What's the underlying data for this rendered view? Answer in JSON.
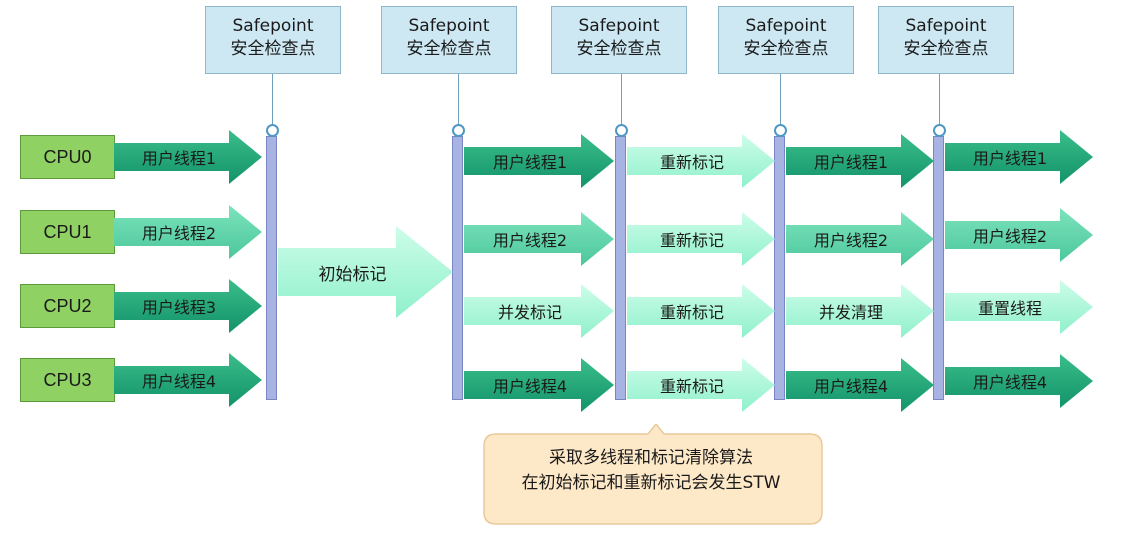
{
  "safepoints": [
    {
      "en": "Safepoint",
      "cn": "安全检查点"
    },
    {
      "en": "Safepoint",
      "cn": "安全检查点"
    },
    {
      "en": "Safepoint",
      "cn": "安全检查点"
    },
    {
      "en": "Safepoint",
      "cn": "安全检查点"
    },
    {
      "en": "Safepoint",
      "cn": "安全检查点"
    }
  ],
  "cpus": [
    "CPU0",
    "CPU1",
    "CPU2",
    "CPU3"
  ],
  "phases": [
    {
      "rows": [
        {
          "label": "用户线程1",
          "tone": "dark"
        },
        {
          "label": "用户线程2",
          "tone": "mid"
        },
        {
          "label": "用户线程3",
          "tone": "dark"
        },
        {
          "label": "用户线程4",
          "tone": "dark"
        }
      ]
    },
    {
      "single": {
        "label": "初始标记",
        "tone": "light"
      }
    },
    {
      "rows": [
        {
          "label": "用户线程1",
          "tone": "dark"
        },
        {
          "label": "用户线程2",
          "tone": "mid"
        },
        {
          "label": "并发标记",
          "tone": "light"
        },
        {
          "label": "用户线程4",
          "tone": "dark"
        }
      ]
    },
    {
      "rows": [
        {
          "label": "重新标记",
          "tone": "light"
        },
        {
          "label": "重新标记",
          "tone": "light"
        },
        {
          "label": "重新标记",
          "tone": "light"
        },
        {
          "label": "重新标记",
          "tone": "light"
        }
      ]
    },
    {
      "rows": [
        {
          "label": "用户线程1",
          "tone": "dark"
        },
        {
          "label": "用户线程2",
          "tone": "mid"
        },
        {
          "label": "并发清理",
          "tone": "light"
        },
        {
          "label": "用户线程4",
          "tone": "dark"
        }
      ]
    },
    {
      "rows": [
        {
          "label": "用户线程1",
          "tone": "dark"
        },
        {
          "label": "用户线程2",
          "tone": "mid"
        },
        {
          "label": "重置线程",
          "tone": "light"
        },
        {
          "label": "用户线程4",
          "tone": "dark"
        }
      ]
    }
  ],
  "note": {
    "line1": "采取多线程和标记清除算法",
    "line2": "在初始标记和重新标记会发生STW"
  },
  "colors": {
    "thread_dark": "#1fa77a",
    "thread_mid": "#5fd3a8",
    "thread_light": "#b8f7df",
    "cpu": "#8fd163",
    "safepoint_box": "#cde8f3",
    "safepoint_bar": "#a7b3e2",
    "note_bg": "#fde8c8"
  }
}
